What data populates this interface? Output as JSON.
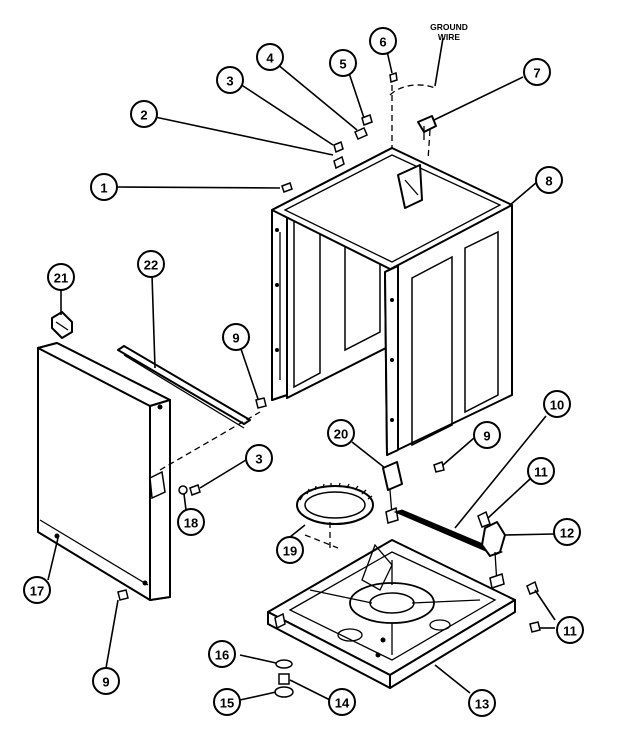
{
  "note": {
    "line1": "GROUND",
    "line2": "WIRE"
  },
  "callouts": [
    "1",
    "2",
    "3",
    "4",
    "5",
    "6",
    "7",
    "8",
    "9",
    "22",
    "21",
    "20",
    "9",
    "10",
    "11",
    "3",
    "18",
    "19",
    "12",
    "17",
    "9",
    "16",
    "11",
    "15",
    "14",
    "13"
  ]
}
